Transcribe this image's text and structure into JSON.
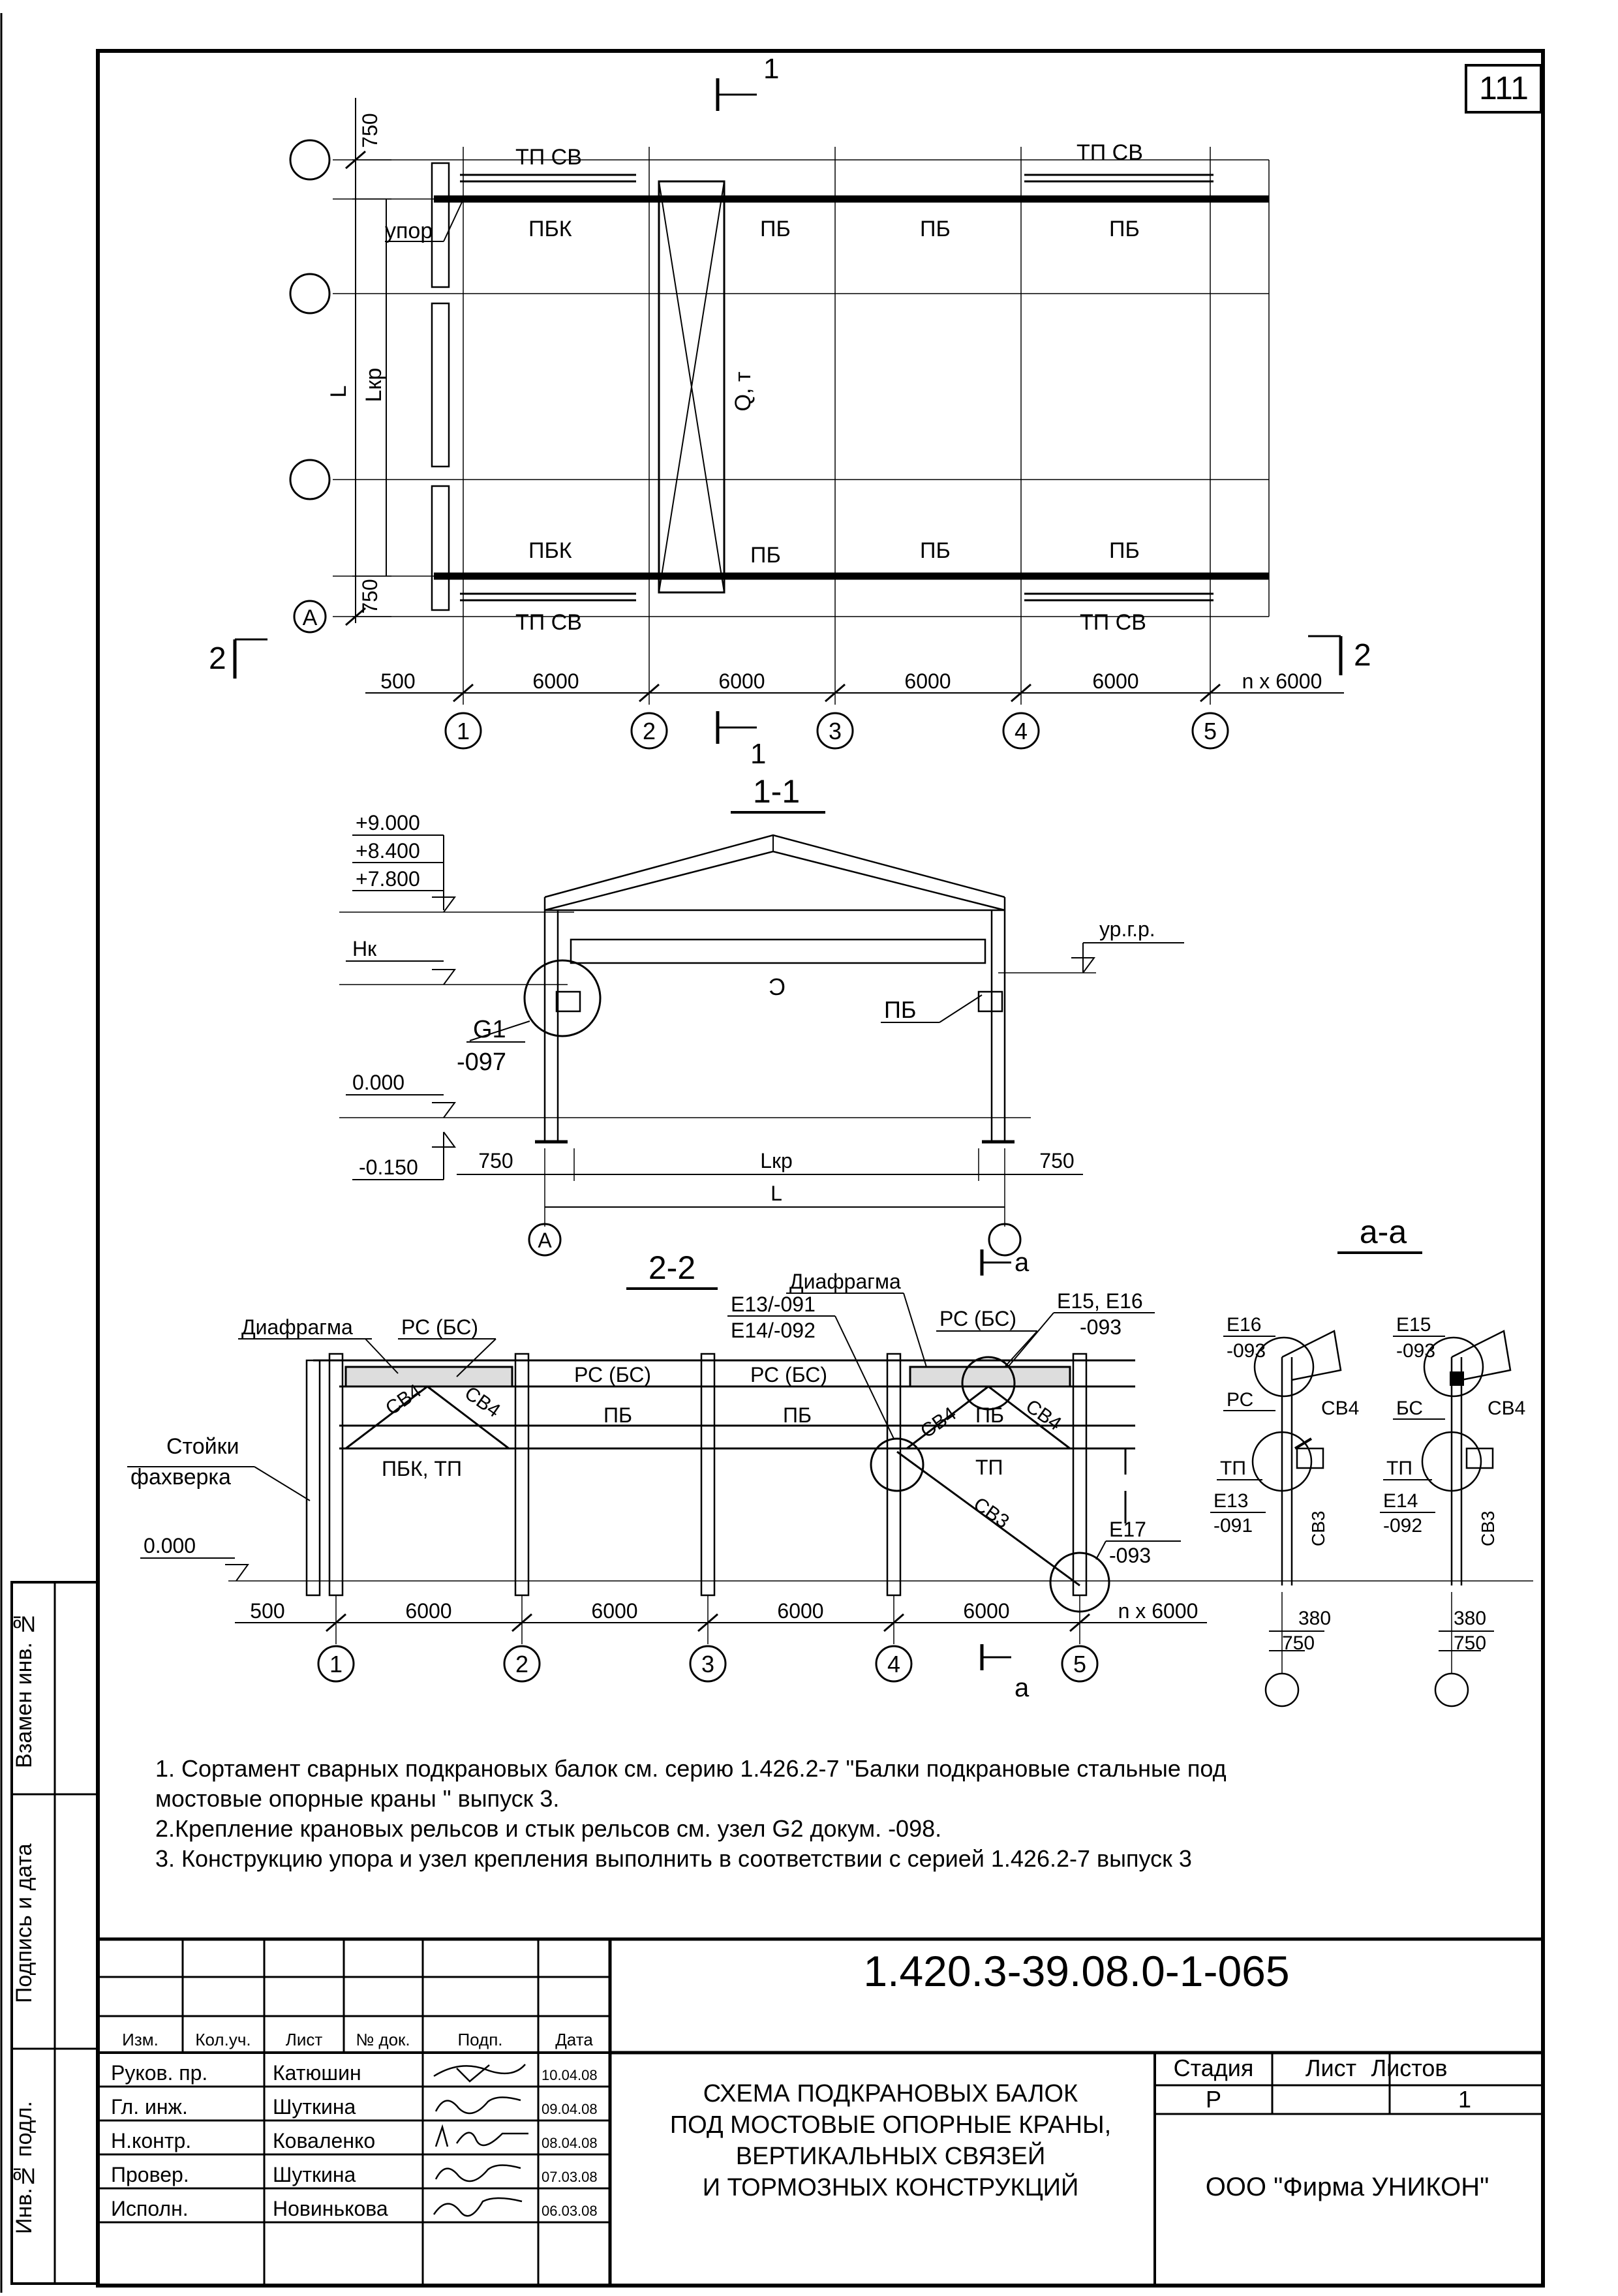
{
  "sheet_number": "111",
  "plan": {
    "section_1_label": "1",
    "section_2_label": "2",
    "dim_750_top": "750",
    "dim_750_bottom": "750",
    "dim_L": "L",
    "dim_Lkr": "Lкр",
    "label_upor": "упор",
    "label_tp_sv": "ТП  СВ",
    "label_pbk": "ПБК",
    "label_pb": "ПБ",
    "label_q": "Q, т",
    "axis_A": "А",
    "dims_bottom": [
      "500",
      "6000",
      "6000",
      "6000",
      "6000",
      "n x 6000"
    ],
    "axes": [
      "1",
      "2",
      "3",
      "4",
      "5"
    ]
  },
  "section_1_1": {
    "title": "1-1",
    "levels": [
      "+9.000",
      "+8.400",
      "+7.800"
    ],
    "level_hk": "Нк",
    "level_zero": "0.000",
    "level_minus": "-0.150",
    "node_g1": "G1",
    "node_g1_doc": "-097",
    "label_pb": "ПБ",
    "label_urgr": "ур.г.р.",
    "dim_750": "750",
    "dim_Lkr": "Lкр",
    "dim_L": "L",
    "axis_A": "А",
    "crane_hook": "Ͻ"
  },
  "section_2_2": {
    "title": "2-2",
    "diafragma": "Диафрагма",
    "rs_bs": "РС (БС)",
    "pbk_tp": "ПБК, ТП",
    "sv4": "СВ4",
    "sv3": "СВ3",
    "pb": "ПБ",
    "tp": "ТП",
    "stoiki": "Стойки",
    "fahverka": "фахверка",
    "level_zero": "0.000",
    "e13": "E13/-091",
    "e14": "E14/-092",
    "e15_16": "E15, E16",
    "e15_16_doc": "-093",
    "e17": "E17",
    "e17_doc": "-093",
    "section_a": "а",
    "dims_bottom": [
      "500",
      "6000",
      "6000",
      "6000",
      "6000",
      "n x 6000"
    ],
    "axes": [
      "1",
      "2",
      "3",
      "4",
      "5"
    ]
  },
  "section_a_a": {
    "title": "а-а",
    "left": {
      "e_top": "E16",
      "e_top_doc": "-093",
      "rs": "РС",
      "sv4": "СВ4",
      "tp": "ТП",
      "e_bot": "E13",
      "e_bot_doc": "-091",
      "sv3": "СВ3",
      "d380": "380",
      "d750": "750"
    },
    "right": {
      "e_top": "E15",
      "e_top_doc": "-093",
      "bs": "БС",
      "sv4": "СВ4",
      "tp": "ТП",
      "e_bot": "E14",
      "e_bot_doc": "-092",
      "sv3": "СВ3",
      "d380": "380",
      "d750": "750"
    }
  },
  "notes": [
    "1. Сортамент сварных подкрановых балок см. серию 1.426.2-7 \"Балки подкрановые стальные под",
    "мостовые опорные краны \" выпуск 3.",
    "2.Крепление крановых рельсов и  стык рельсов  см. узел G2  докум. -098.",
    "3. Конструкцию упора и узел крепления выполнить в соответствии с серией 1.426.2-7 выпуск 3"
  ],
  "title_block": {
    "doc_number": "1.420.3-39.08.0-1-065",
    "headers": [
      "Изм.",
      "Кол.уч.",
      "Лист",
      "№ док.",
      "Подп.",
      "Дата"
    ],
    "rows": [
      {
        "role": "Руков. пр.",
        "name": "Катюшин",
        "date": "10.04.08"
      },
      {
        "role": "Гл. инж.",
        "name": "Шуткина",
        "date": "09.04.08"
      },
      {
        "role": "Н.контр.",
        "name": "Коваленко",
        "date": "08.04.08"
      },
      {
        "role": "Провер.",
        "name": "Шуткина",
        "date": "07.03.08"
      },
      {
        "role": "Исполн.",
        "name": "Новинькова",
        "date": "06.03.08"
      }
    ],
    "title_lines": [
      "СХЕМА ПОДКРАНОВЫХ БАЛОК",
      "ПОД МОСТОВЫЕ ОПОРНЫЕ КРАНЫ,",
      "ВЕРТИКАЛЬНЫХ СВЯЗЕЙ",
      "И ТОРМОЗНЫХ КОНСТРУКЦИЙ"
    ],
    "stage_header": "Стадия",
    "sheet_header": "Лист",
    "sheets_header": "Листов",
    "stage": "Р",
    "sheets": "1",
    "organization": "ООО \"Фирма УНИКОН\""
  },
  "side_stamp": [
    "Взамен инв. №",
    "Подпись и дата",
    "Инв.№ подл."
  ]
}
